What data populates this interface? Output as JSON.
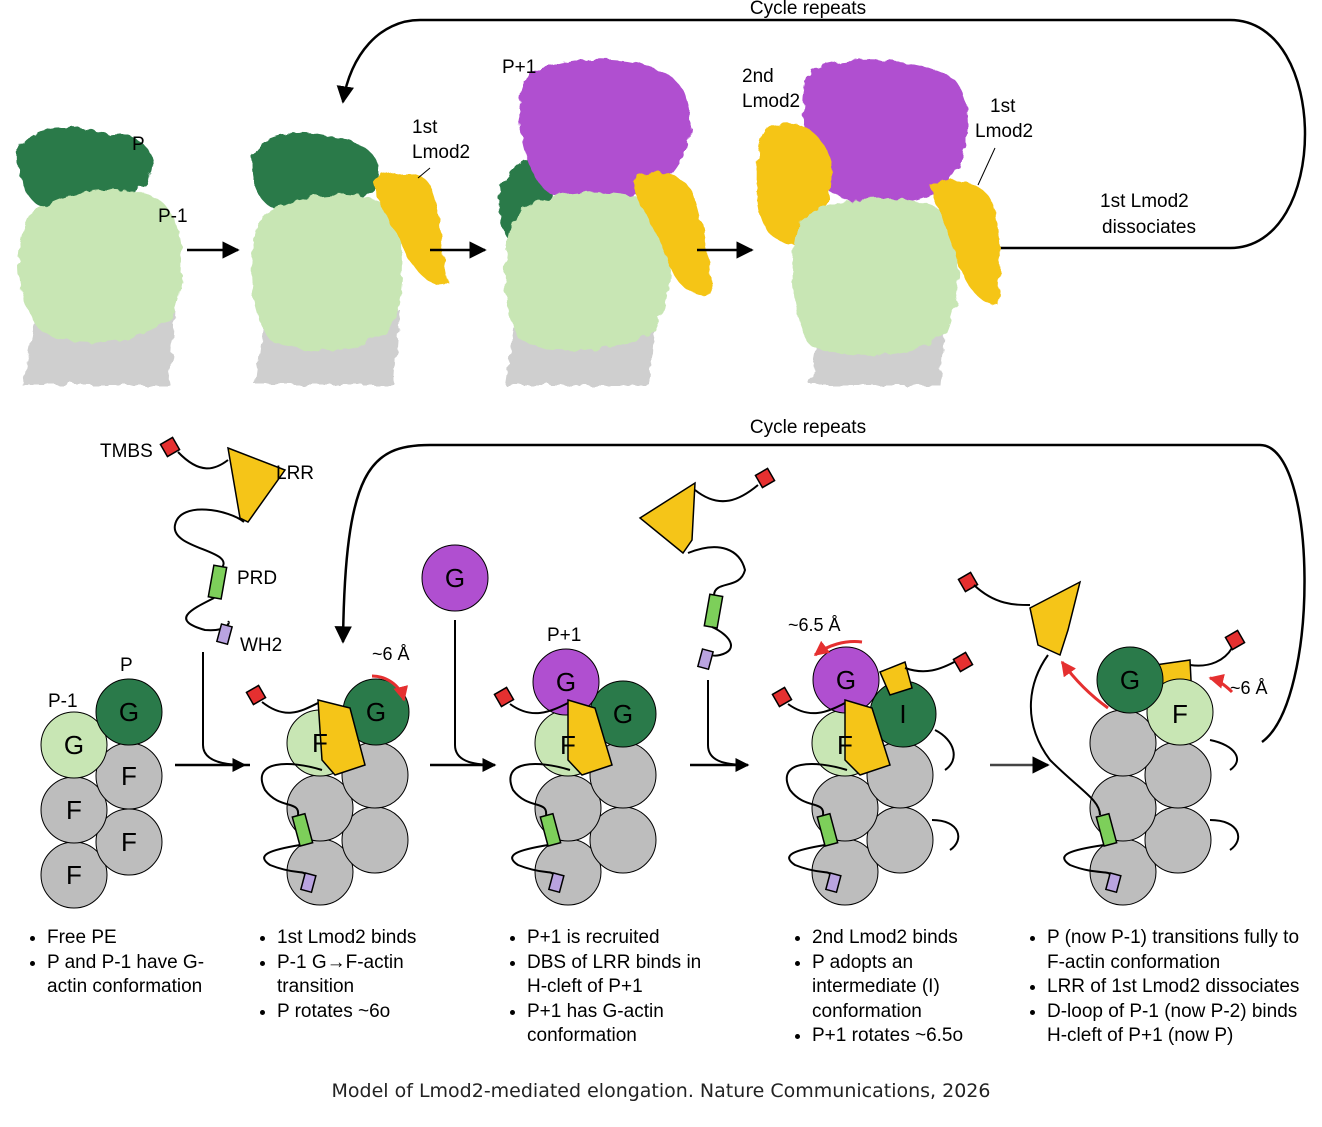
{
  "top": {
    "cycle_label": "Cycle repeats",
    "labels": {
      "p": "P",
      "p_minus_1": "P-1",
      "first_lmod2_a": "1st",
      "first_lmod2_b": "Lmod2",
      "p_plus_1": "P+1",
      "second_lmod2_a": "2nd",
      "second_lmod2_b": "Lmod2",
      "first_lmod2_c": "1st",
      "first_lmod2_d": "Lmod2",
      "dissociates_a": "1st Lmod2",
      "dissociates_b": "dissociates"
    }
  },
  "bottom": {
    "cycle_label": "Cycle repeats",
    "domain_labels": {
      "tmbs": "TMBS",
      "lrr": "LRR",
      "prd": "PRD",
      "wh2": "WH2"
    },
    "stage1": {
      "p_label": "P",
      "pm1_label": "P-1",
      "letters": [
        "G",
        "G",
        "F",
        "F",
        "F",
        "F"
      ]
    },
    "stage2": {
      "shift": "~6 Å",
      "letters": [
        "F",
        "G"
      ]
    },
    "free_g": "G",
    "stage3": {
      "p_plus_1": "P+1",
      "letters": [
        "G",
        "G",
        "F"
      ]
    },
    "stage4": {
      "shift": "~6.5 Å",
      "letters": [
        "G",
        "I",
        "F"
      ]
    },
    "stage5": {
      "shift": "~6 Å",
      "letters": [
        "G",
        "F"
      ]
    }
  },
  "notes": [
    {
      "items": [
        "Free PE",
        "P and P-1 have G-actin conformation"
      ]
    },
    {
      "items": [
        "1st Lmod2 binds",
        "P-1 G→F-actin transition",
        "P rotates ~6o"
      ]
    },
    {
      "items": [
        "P+1 is recruited",
        "DBS of LRR binds in H-cleft of P+1",
        "P+1 has G-actin conformation"
      ]
    },
    {
      "items": [
        "2nd Lmod2 binds",
        "P adopts an intermediate (I) conformation",
        "P+1 rotates ~6.5o"
      ]
    },
    {
      "items": [
        "P (now P-1) transitions fully to F-actin conformation",
        "LRR of 1st Lmod2 dissociates",
        "D-loop of P-1 (now P-2) binds H-cleft of P+1 (now P)"
      ]
    }
  ],
  "caption": "Model of Lmod2-mediated elongation. Nature Communications, 2026",
  "colors": {
    "dark_green": "#2a7a4a",
    "light_green": "#c8e6b4",
    "gray": "#bdbdbd",
    "magenta": "#b04fd0",
    "yellow": "#f5c518",
    "red": "#e53030",
    "prd_green": "#7dcf5a",
    "wh2_purple": "#b9a3e0"
  }
}
